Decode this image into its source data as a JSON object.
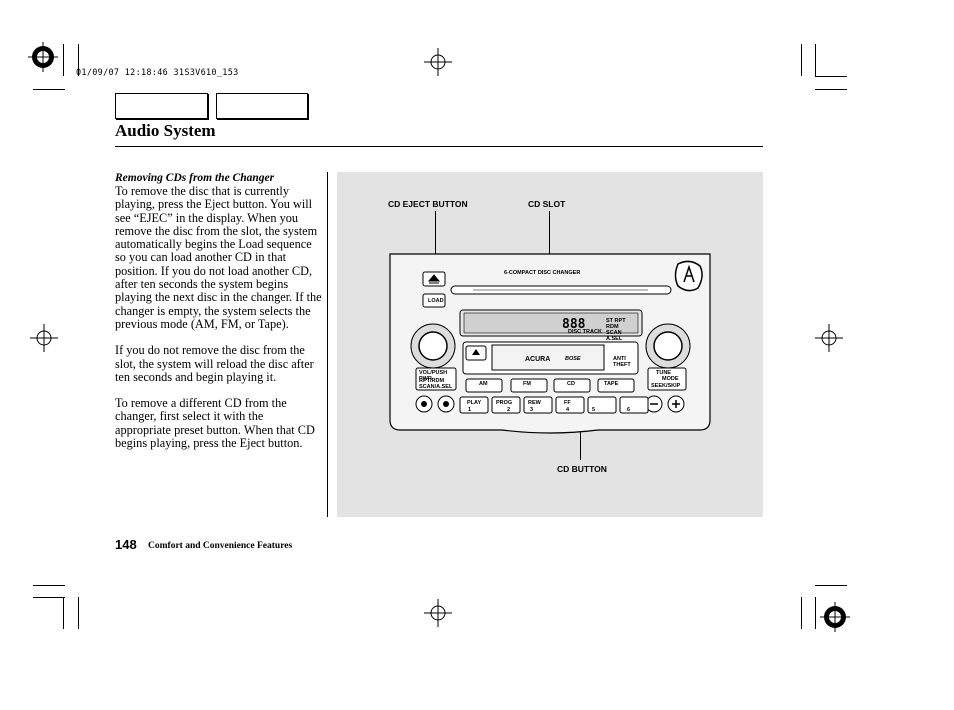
{
  "slug": "01/09/07 12:18:46 31S3V610_153",
  "section_title": "Audio System",
  "subhead": "Removing CDs from the Changer",
  "paragraphs": [
    "To remove the disc that is currently playing, press the Eject button. You will see “EJEC” in the display. When you remove the disc from the slot, the system automatically begins the Load sequence so you can load another CD in that position. If you do not load another CD, after ten seconds the system begins playing the next disc in the changer. If the changer is empty, the system selects the previous mode (AM, FM, or Tape).",
    "If you do not remove the disc from the slot, the system will reload the disc after ten seconds and begin playing it.",
    "To remove a different CD from the changer, first select it with the appropriate preset button. When that CD begins playing, press the Eject button."
  ],
  "callouts": {
    "eject": "CD EJECT BUTTON",
    "slot": "CD SLOT",
    "cd_button": "CD BUTTON"
  },
  "radio": {
    "changer_label": "6-COMPACT DISC CHANGER",
    "load": "LOAD",
    "vol": "VOL/PUSH PWR",
    "rpt": "RPT/RDM SCAN/A.SEL",
    "disp_right_1": "ST RPT",
    "disp_right_2": "RDM",
    "disp_right_3": "SCAN",
    "disp_right_4": "A.SEL",
    "disp_bottom": "DISC TRACK",
    "brand": "ACURA",
    "audio_brand": "BOSE",
    "anti_theft": "ANTI THEFT",
    "modes": [
      "AM",
      "FM",
      "CD",
      "TAPE"
    ],
    "tune": "TUNE",
    "mode_btn": "MODE",
    "seek": "SEEK/SKIP",
    "presets": [
      {
        "top": "PLAY",
        "num": "1"
      },
      {
        "top": "PROG",
        "num": "2"
      },
      {
        "top": "REW",
        "num": "3"
      },
      {
        "top": "FF",
        "num": "4"
      },
      {
        "top": "",
        "num": "5"
      },
      {
        "top": "",
        "num": "6"
      }
    ]
  },
  "footer": {
    "page_number": "148",
    "section": "Comfort and Convenience Features"
  }
}
